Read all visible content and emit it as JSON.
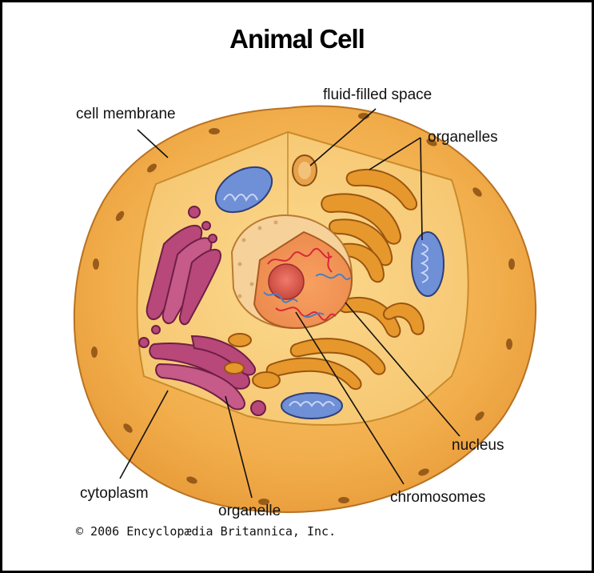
{
  "title": "Animal Cell",
  "labels": {
    "cell_membrane": "cell membrane",
    "fluid_filled_space": "fluid-filled space",
    "organelles": "organelles",
    "nucleus": "nucleus",
    "chromosomes": "chromosomes",
    "cytoplasm": "cytoplasm",
    "organelle": "organelle"
  },
  "copyright": "© 2006 Encyclopædia Britannica, Inc.",
  "colors": {
    "membrane": "#f2b95a",
    "cytoplasm": "#f8cf7a",
    "golgi": "#e39a2c",
    "er": "#b0406a",
    "mitochondria": "#5f7fc4",
    "nucleus": "#f0a36a"
  }
}
